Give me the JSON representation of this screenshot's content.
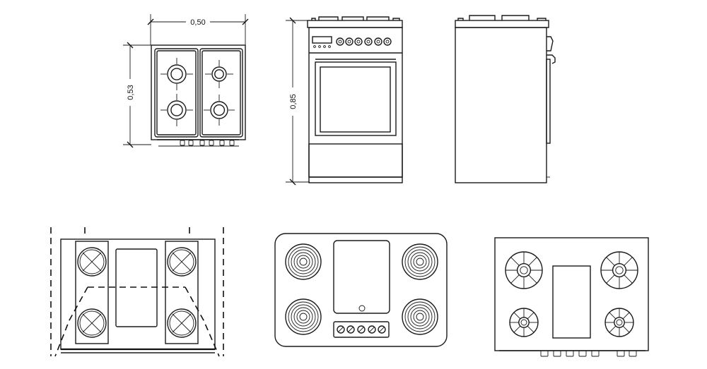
{
  "dimensions": {
    "hob_width": "0,50",
    "hob_depth": "0,53",
    "cooker_height": "0,85"
  }
}
